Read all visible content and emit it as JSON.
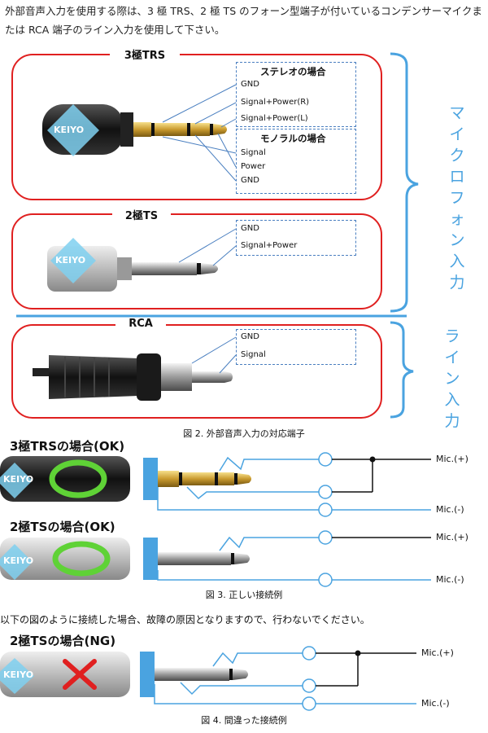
{
  "intro_text": "外部音声入力を使用する際は、3 極 TRS、2 極 TS のフォーン型端子が付いているコンデンサーマイクまたは RCA 端子のライン入力を使用して下さい。",
  "fig2": {
    "trs": {
      "title": "3極TRS",
      "stereo_heading": "ステレオの場合",
      "stereo_labels": [
        "GND",
        "Signal+Power(R)",
        "Signal+Power(L)"
      ],
      "mono_heading": "モノラルの場合",
      "mono_labels": [
        "Signal",
        "Power",
        "GND"
      ]
    },
    "ts": {
      "title": "2極TS",
      "labels": [
        "GND",
        "Signal+Power"
      ]
    },
    "rca": {
      "title": "RCA",
      "labels": [
        "GND",
        "Signal"
      ]
    },
    "brand": "KEIYO",
    "side_mic": "マイクロフォン入力",
    "side_line": "ライン入力",
    "caption": "図 2. 外部音声入力の対応端子"
  },
  "fig3": {
    "trs_title": "3極TRSの場合(OK)",
    "ts_title": "2極TSの場合(OK)",
    "mic_plus": "Mic.(+)",
    "mic_minus": "Mic.(-)",
    "caption": "図 3. 正しい接続例"
  },
  "warning_text": "以下の図のように接続した場合、故障の原因となりますので、行わないでください。",
  "fig4": {
    "ts_title": "2極TSの場合(NG)",
    "mic_plus": "Mic.(+)",
    "mic_minus": "Mic.(-)",
    "caption": "図 4. 間違った接続例"
  },
  "colors": {
    "red_box": "#e02020",
    "blue_bracket": "#4aa3e0",
    "ok_ring": "#5fd236",
    "ng_cross": "#e02020",
    "brand_diamond": "#7fd0f0"
  }
}
